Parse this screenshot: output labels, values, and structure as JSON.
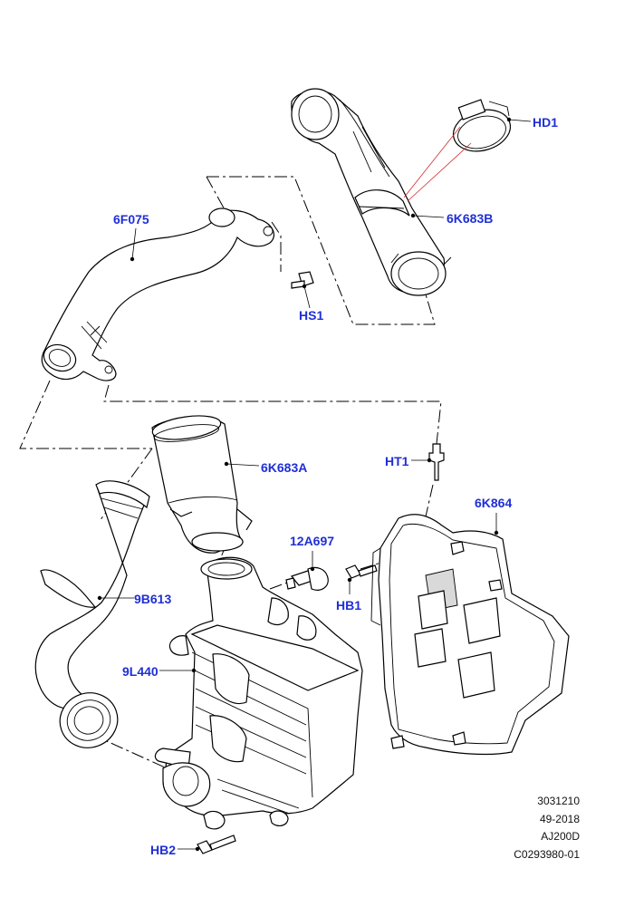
{
  "callouts": {
    "hd1": "HD1",
    "k683b": "6K683B",
    "f075": "6F075",
    "hs1": "HS1",
    "ht1": "HT1",
    "k683a": "6K683A",
    "k864": "6K864",
    "a697": "12A697",
    "hb1": "HB1",
    "b613": "9B613",
    "l440": "9L440",
    "hb2": "HB2"
  },
  "footer": {
    "line1": "3031210",
    "line2": "49-2018",
    "line3": "AJ200D",
    "line4": "C0293980-01"
  },
  "colors": {
    "callout_text": "#1f2fd6",
    "leader_red": "#d62a2a",
    "line_art": "#000000"
  }
}
